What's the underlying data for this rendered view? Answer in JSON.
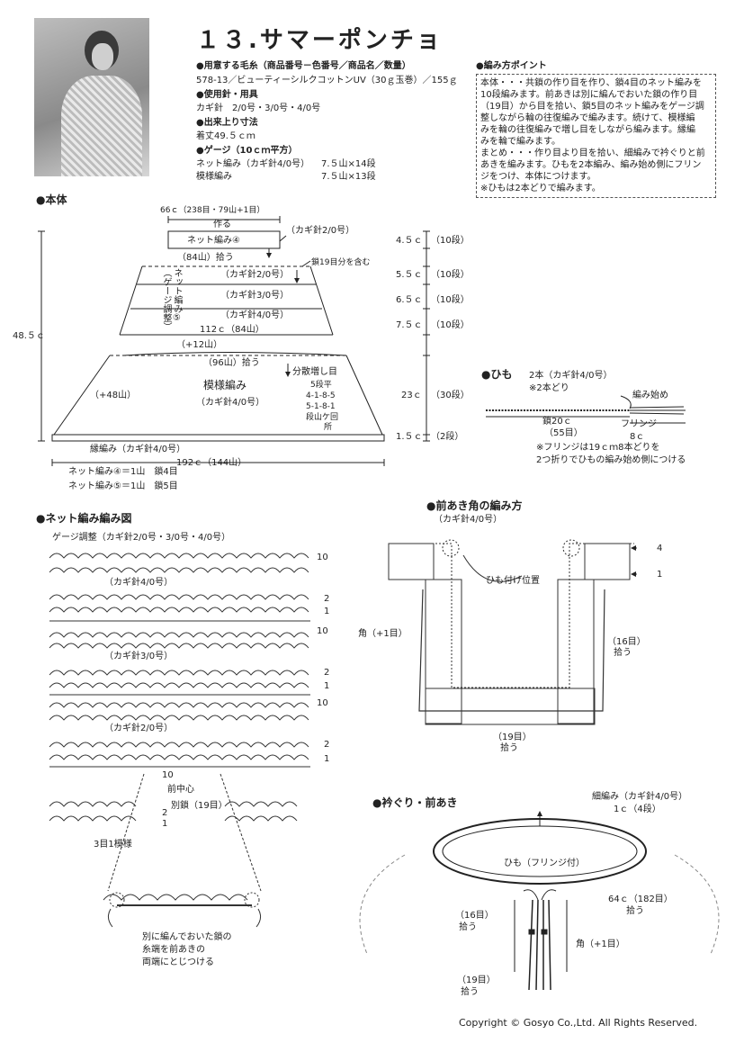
{
  "title": "１３.サマーポンチョ",
  "materials": {
    "yarn_head": "●用意する毛糸（商品番号－色番号／商品名／数量）",
    "yarn_line": "578-13／ビューティーシルクコットンUV（30ｇ玉巻）／155ｇ",
    "needle_head": "●使用針・用具",
    "needle_line": "カギ針　2/0号・3/0号・4/0号",
    "size_head": "●出来上り寸法",
    "size_line": "着丈49.５ｃｍ",
    "gauge_head": "●ゲージ（10ｃｍ平方）",
    "gauge_net_label": "ネット編み（カギ針4/0号）",
    "gauge_net_value": "7.５山×14段",
    "gauge_pattern_label": "模様編み",
    "gauge_pattern_value": "7.５山×13段"
  },
  "points": {
    "head": "●編み方ポイント",
    "lines": [
      "本体・・・共鎖の作り目を作り、鎖4目のネット編みを",
      "10段編みます。前あきは別に編んでおいた鎖の作り目",
      "（19目）から目を拾い、鎖5目のネット編みをゲージ調",
      "整しながら輪の往復編みで編みます。続けて、模様編",
      "みを輪の往復編みで増し目をしながら編みます。縁編",
      "みを輪で編みます。",
      "まとめ・・・作り目より目を拾い、細編みで衿ぐりと前",
      "あきを編みます。ひもを2本編み、編み始め側にフリン",
      "ジをつけ、本体につけます。",
      "※ひもは2本どりで編みます。"
    ]
  },
  "body_diagram": {
    "head": "●本体",
    "top_width": "66ｃ（238目・79山+1目）",
    "cast_on": "作る",
    "top_band": "ネット編み④",
    "needle_20": "（カギ針2/0号）",
    "band_h": "4.５ｃ",
    "band_rows": "（10段）",
    "pick_84": "（84山）拾う",
    "incl_19": "鎖19目分を含む",
    "side_label": "ネット編み⑤（ゲージ調整）",
    "sec1_needle": "（カギ針2/0号）",
    "sec1_h": "5.５ｃ",
    "sec1_rows": "（10段）",
    "sec2_needle": "（カギ針3/0号）",
    "sec2_h": "6.５ｃ",
    "sec2_rows": "（10段）",
    "sec3_needle": "（カギ針4/0号）",
    "sec3_h": "7.５ｃ",
    "sec3_rows": "（10段）",
    "total_h": "48.５ｃ",
    "mid_width": "112ｃ（84山）",
    "plus12": "（+12山）",
    "pick_96": "（96山）拾う",
    "plus48": "（+48山）",
    "pattern": "模様編み",
    "pattern_needle": "（カギ針4/0号）",
    "increase_head": "分散増し目",
    "increase_lines": [
      "5段平",
      "4-1-8-5",
      "5-1-8-1",
      "段山ケ回",
      "所"
    ],
    "pattern_h": "23ｃ",
    "pattern_rows": "（30段）",
    "edge_h": "1.５ｃ",
    "edge_rows": "（2段）",
    "edging": "縁編み（カギ針4/0号）",
    "bottom_width": "192ｃ（144山）",
    "note1": "ネット編み④＝1山　鎖4目",
    "note2": "ネット編み⑤＝1山　鎖5目"
  },
  "cord": {
    "head": "●ひも",
    "count": "2本（カギ針4/0号）",
    "double": "※2本どり",
    "start": "編み始め",
    "chain": "鎖20ｃ",
    "chain_count": "（55目）",
    "fringe": "フリンジ",
    "fringe_len": "8ｃ",
    "note1": "※フリンジは19ｃｍ8本どりを",
    "note2": "2つ折りでひもの編み始め側につける"
  },
  "net_chart": {
    "head": "●ネット編み編み図",
    "gauge": "ゲージ調整（カギ針2/0号・3/0号・4/0号）",
    "needle4": "（カギ針4/0号）",
    "needle3": "（カギ針3/0号）",
    "needle2": "（カギ針2/0号）",
    "row_labels": [
      "10",
      "2",
      "1",
      "10",
      "2",
      "1",
      "10",
      "2",
      "1"
    ],
    "mini_row10": "10",
    "mini_row2": "2",
    "mini_row1": "1",
    "repeat": "3目1模様",
    "front_center": "前中心",
    "separate_chain": "別鎖（19目）",
    "join_note1": "別に編んでおいた鎖の",
    "join_note2": "糸端を前あきの",
    "join_note3": "両端にとじつける"
  },
  "front_corner": {
    "head": "●前あき角の編み方",
    "needle": "（カギ針4/0号）",
    "row4": "4",
    "row1": "1",
    "cord_pos": "ひも付け位置",
    "corner": "角（+1目）",
    "pick16": "（16目）",
    "pick16b": "拾う",
    "pick19": "（19目）",
    "pick19b": "拾う"
  },
  "neckline": {
    "head": "●衿ぐり・前あき",
    "sc": "細編み（カギ針4/0号）",
    "sc_size": "1ｃ（4段）",
    "cord_fringe": "ひも（フリンジ付）",
    "pick64": "64ｃ（182目）",
    "pick64b": "拾う",
    "pick16": "（16目）",
    "pick16b": "拾う",
    "corner": "角（+1目）",
    "pick19": "（19目）",
    "pick19b": "拾う"
  },
  "copyright": "Copyright © Gosyo Co.,Ltd. All Rights Reserved."
}
